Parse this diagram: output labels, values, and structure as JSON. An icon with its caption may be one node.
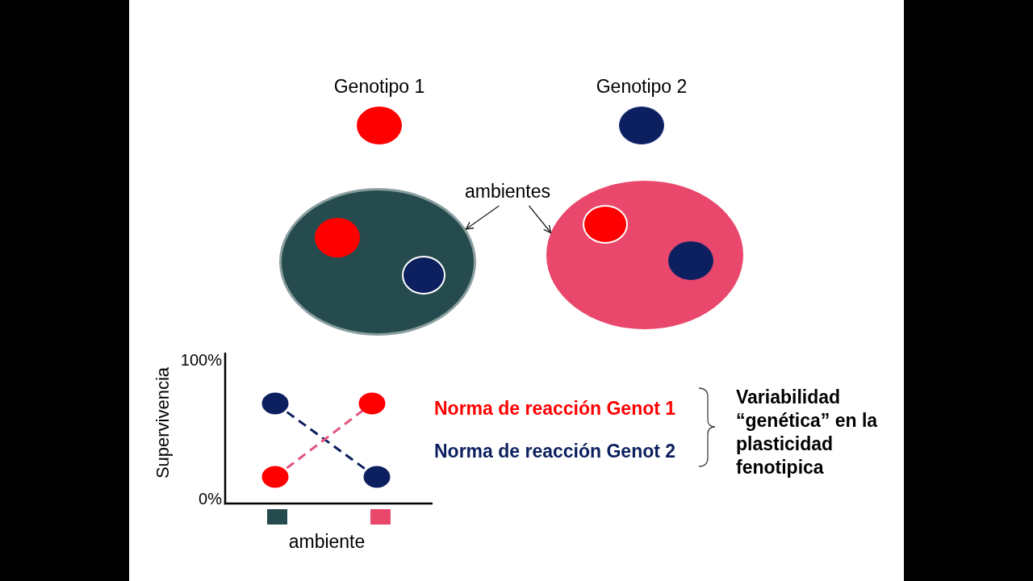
{
  "diagram": {
    "nodes": [
      {
        "text": [
          "Genotipo 1"
        ]
      },
      {
        "text": [
          "Genotipo 2"
        ]
      },
      {
        "text": [
          "ambientes"
        ]
      },
      {
        "text": [],
        "shape": "ellipse"
      },
      {
        "text": [],
        "shape": "ellipse",
        "in": 3
      },
      {
        "text": [],
        "shape": "ellipse",
        "in": 3
      },
      {
        "text": [],
        "shape": "ellipse"
      },
      {
        "text": [],
        "shape": "ellipse",
        "in": 6
      },
      {
        "text": [],
        "shape": "ellipse",
        "in": 6
      }
    ],
    "edges": [
      {
        "from": 2,
        "to": 3,
        "arrow": "to"
      },
      {
        "from": 2,
        "to": 6,
        "arrow": "to"
      }
    ],
    "labels": [
      "Supervivencia",
      "100%",
      "0%",
      "ambiente",
      "Norma de reacción Genot 1",
      "Norma de reacción Genot 2",
      "Variabilidad “genética” en la plasticidad fenotipica"
    ]
  }
}
